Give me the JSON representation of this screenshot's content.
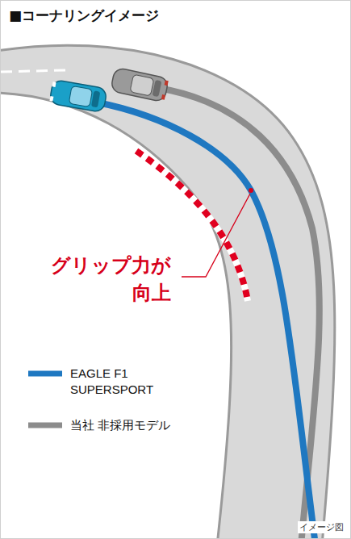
{
  "diagram": {
    "title": "■コーナリングイメージ",
    "labels": [
      "グリップ力が 向上",
      "イメージ図"
    ],
    "legend": [
      {
        "text": "EAGLE F1 SUPERSPORT",
        "color": "#1f78c1"
      },
      {
        "text": "当社 非採用モデル",
        "color": "#8c8c8c"
      }
    ]
  }
}
